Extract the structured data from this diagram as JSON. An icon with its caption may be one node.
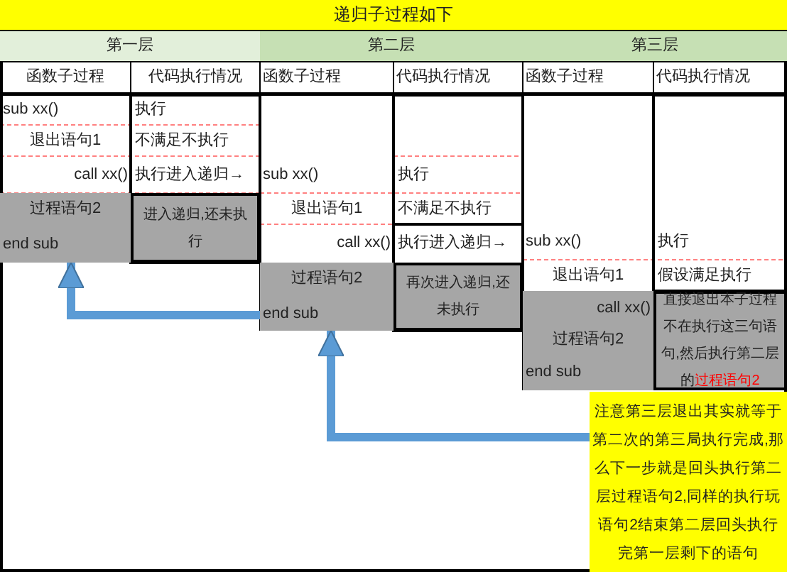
{
  "diagram": {
    "title": "递归子过程如下",
    "nodes": [
      {
        "text": [
          "过程语句2",
          "end sub"
        ]
      },
      {
        "text": [
          "进入递归,还未执行"
        ]
      },
      {
        "text": [
          "过程语句2",
          "end sub"
        ]
      },
      {
        "text": [
          "再次进入递归,还未执行"
        ]
      },
      {
        "text": [
          "call xx()",
          "过程语句2",
          "end sub"
        ]
      },
      {
        "text": [
          "直接退出本子过程不在执行这三句语句,然后执行第二层的**过程语句2**"
        ]
      },
      {
        "text": [
          "注意第三层退出其实就等于第二次的第三局执行完成,那么下一步就是回头执行第二层过程语句2,同样的执行玩语句2结束第二层回头执行完第一层剩下的语句"
        ]
      }
    ],
    "edges": [
      {
        "from": 6,
        "to": 2,
        "arrow": "to"
      },
      {
        "from": 2,
        "to": 0,
        "arrow": "to"
      }
    ],
    "labels": [
      "第一层",
      "第二层",
      "第三层",
      "函数子过程",
      "代码执行情况",
      "函数子过程",
      "代码执行情况",
      "函数子过程",
      "代码执行情况",
      "sub xx()",
      "执行",
      "退出语句1",
      "不满足不执行",
      "call xx()",
      "执行进入递归→",
      "sub xx()",
      "执行",
      "退出语句1",
      "不满足不执行",
      "call xx()",
      "执行进入递归→",
      "sub xx()",
      "执行",
      "退出语句1",
      "假设满足执行"
    ]
  }
}
